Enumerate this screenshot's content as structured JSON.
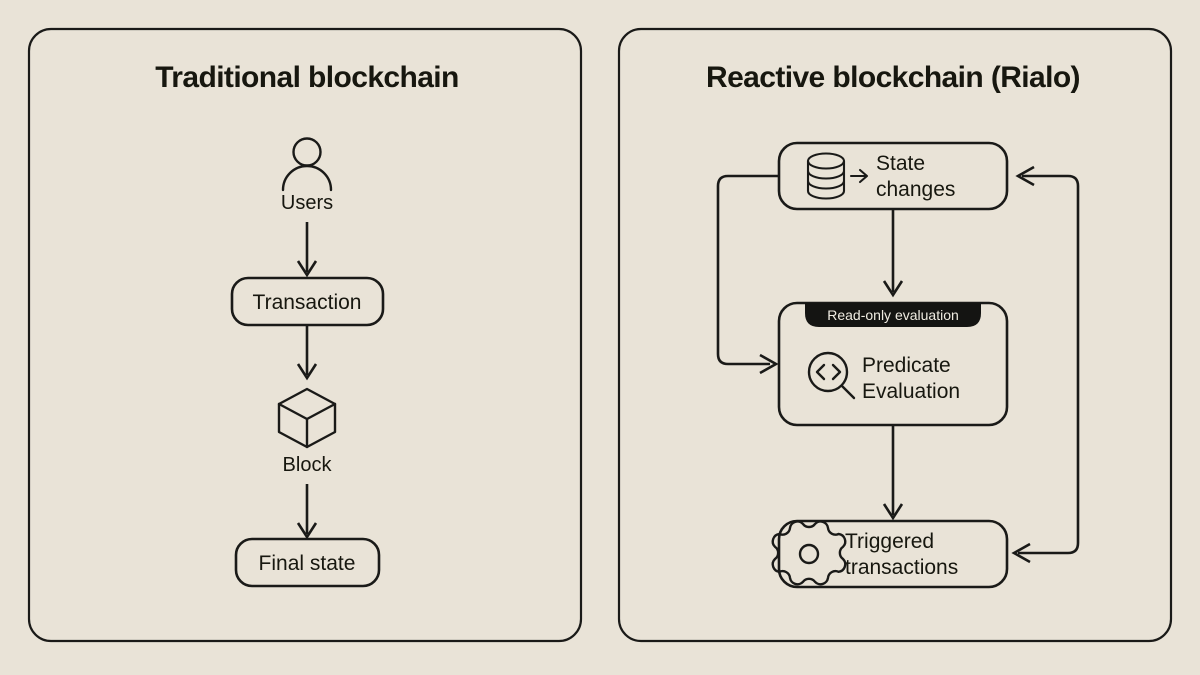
{
  "canvas": {
    "background_color": "#e9e3d7",
    "ink_color": "#17170f"
  },
  "panels": [
    {
      "id": "traditional",
      "title": "Traditional blockchain",
      "nodes": [
        {
          "id": "users",
          "label": "Users",
          "icon": "person-icon",
          "kind": "icon-caption"
        },
        {
          "id": "transaction",
          "label": "Transaction",
          "icon": null,
          "kind": "rounded-box"
        },
        {
          "id": "block",
          "label": "Block",
          "icon": "cube-icon",
          "kind": "icon-caption"
        },
        {
          "id": "final-state",
          "label": "Final state",
          "icon": null,
          "kind": "rounded-box"
        }
      ],
      "flow": [
        "users",
        "transaction",
        "block",
        "final-state"
      ]
    },
    {
      "id": "reactive",
      "title": "Reactive blockchain (Rialo)",
      "nodes": [
        {
          "id": "state-changes",
          "label": "State changes",
          "icon": "database-icon",
          "kind": "rounded-box",
          "badge": null
        },
        {
          "id": "predicate-evaluation",
          "label": "Predicate Evaluation",
          "icon": "code-search-icon",
          "kind": "rounded-box",
          "badge": "Read-only evaluation"
        },
        {
          "id": "triggered-transactions",
          "label": "Triggered transactions",
          "icon": "gear-icon",
          "kind": "rounded-box",
          "badge": null
        }
      ],
      "flow": [
        "state-changes -> predicate-evaluation",
        "predicate-evaluation -> triggered-transactions",
        "triggered-transactions -> state-changes (right loop)",
        "state-changes -> predicate-evaluation (left loop)"
      ]
    }
  ],
  "labels": {
    "traditional_title": "Traditional blockchain",
    "reactive_title": "Reactive blockchain (Rialo)",
    "users": "Users",
    "transaction": "Transaction",
    "block": "Block",
    "final_state": "Final state",
    "state_changes_line1": "State",
    "state_changes_line2": "changes",
    "predicate_line1": "Predicate",
    "predicate_line2": "Evaluation",
    "triggered_line1": "Triggered",
    "triggered_line2": "transactions",
    "read_only_badge": "Read-only evaluation"
  }
}
